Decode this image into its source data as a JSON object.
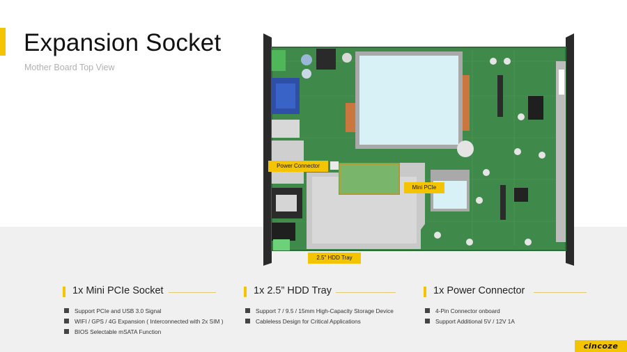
{
  "header": {
    "title": "Expansion Socket",
    "subtitle": "Mother Board Top View"
  },
  "callouts": {
    "power_connector": "Power Connector",
    "mini_pcie": "Mini PCIe",
    "hdd_tray": "2.5\" HDD Tray"
  },
  "features": [
    {
      "title": "1x Mini PCIe Socket",
      "bullets": [
        "Support PCIe and USB 3.0 Signal",
        "WIFI / GPS / 4G Expansion ( Interconnected with 2x SIM )",
        "BIOS Selectable mSATA Function"
      ]
    },
    {
      "title": "1x 2.5” HDD Tray",
      "bullets": [
        "Support 7 / 9.5 / 15mm High-Capacity Storage Device",
        "Cableless Design for Critical Applications"
      ]
    },
    {
      "title": "1x Power Connector",
      "bullets": [
        "4-Pin Connector onboard",
        "Support Additional 5V / 12V 1A"
      ]
    }
  ],
  "brand": {
    "logo_text": "cincoze",
    "accent": "#f5c400"
  }
}
